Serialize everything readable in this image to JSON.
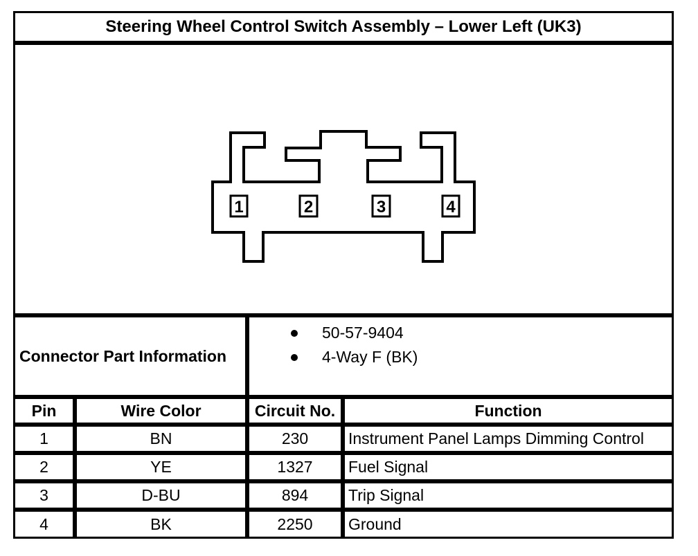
{
  "title": "Steering Wheel Control Switch Assembly – Lower Left (UK3)",
  "connector": {
    "pins": [
      "1",
      "2",
      "3",
      "4"
    ]
  },
  "part_info": {
    "label": "Connector Part Information",
    "items": [
      "50-57-9404",
      "4-Way F (BK)"
    ]
  },
  "pin_table": {
    "headers": [
      "Pin",
      "Wire Color",
      "Circuit No.",
      "Function"
    ],
    "rows": [
      [
        "1",
        "BN",
        "230",
        "Instrument Panel Lamps Dimming Control"
      ],
      [
        "2",
        "YE",
        "1327",
        "Fuel Signal"
      ],
      [
        "3",
        "D-BU",
        "894",
        "Trip Signal"
      ],
      [
        "4",
        "BK",
        "2250",
        "Ground"
      ]
    ]
  },
  "colors": {
    "line": "#000000",
    "background": "#ffffff"
  }
}
